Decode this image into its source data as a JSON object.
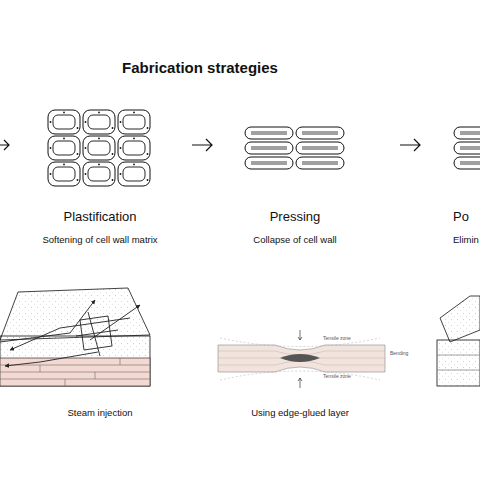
{
  "diagram": {
    "title": "Fabrication strategies",
    "labels": [
      "Plastification",
      "Softening of cell wall matrix",
      "Pressing",
      "Collapse of cell wall",
      "Po",
      "Elimin",
      "Steam injection",
      "Tensile zone",
      "Bending",
      "Tensile zone",
      "Using edge-glued layer"
    ]
  }
}
